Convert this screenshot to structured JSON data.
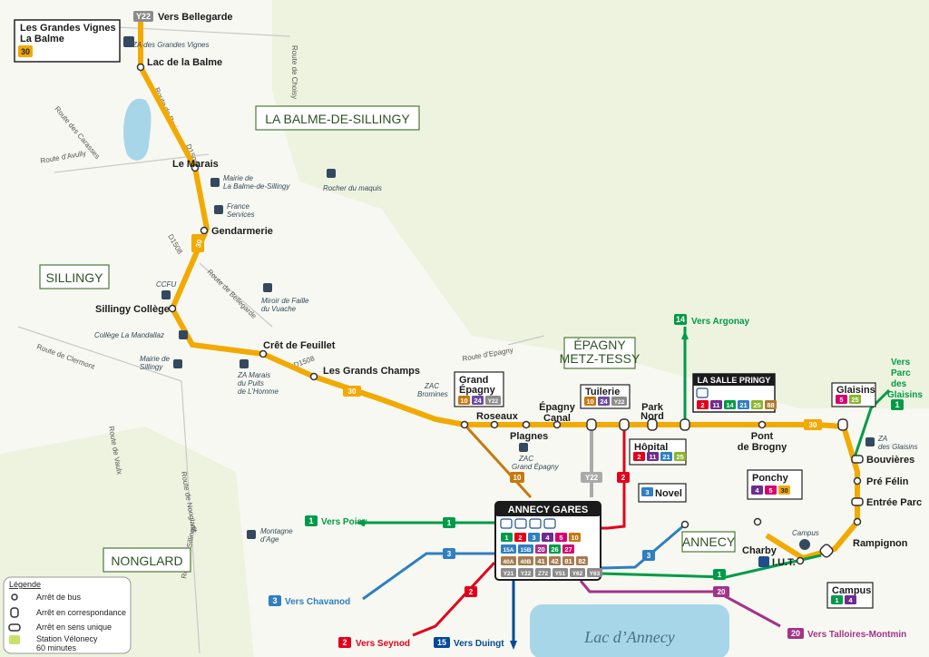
{
  "colors": {
    "l30": "#f2a900",
    "l1": "#009b48",
    "l2": "#e3001b",
    "l3": "#2f7fc1",
    "l15": "#004a99",
    "l20": "#a3338a",
    "l10": "#c77810",
    "y22": "#8c8c8c",
    "l14": "#009b48",
    "lake": "#a7d6e8"
  },
  "communes": {
    "balme": "LA BALME-DE-SILLINGY",
    "sillingy": "SILLINGY",
    "nonglard": "NONGLARD",
    "epagny1": "ÉPAGNY",
    "epagny2": "METZ-TESSY",
    "annecy": "ANNECY"
  },
  "lake": "Lac  d’Annecy",
  "terminus": {
    "title1": "Les Grandes Vignes",
    "title2": "La Balme",
    "line": "30"
  },
  "stops": {
    "lacbalme": "Lac de la Balme",
    "marais": "Le Marais",
    "gendarmerie": "Gendarmerie",
    "sillingy": "Sillingy Collège",
    "cret": "Crêt de Feuillet",
    "champs": "Les Grands Champs",
    "grand1": "Grand",
    "grand2": "Épagny",
    "roseaux": "Roseaux",
    "plagnes": "Plagnes",
    "canal1": "Épagny",
    "canal2": "Canal",
    "tuilerie": "Tuilerie",
    "park1": "Park",
    "park2": "Nord",
    "hopital": "Hôpital",
    "pont1": "Pont",
    "pont2": "de Brogny",
    "glaisins": "Glaisins",
    "bouvieres": "Bouvières",
    "pre": "Pré Félin",
    "entree": "Entrée Parc",
    "rampignon": "Rampignon",
    "ponchy": "Ponchy",
    "charby": "Charby",
    "iut": "I.U.T.",
    "campus": "Campus",
    "novel": "Novel",
    "salle": "LA SALLE PRINGY",
    "gares": "ANNECY GARES"
  },
  "pois": {
    "grandes_vignes": "ZA des Grandes Vignes",
    "mairie1": "Mairie de",
    "mairie2": "La Balme-de-Sillingy",
    "france1": "France",
    "france2": "Services",
    "rocher": "Rocher du maquis",
    "ccfi": "CCFU",
    "miroir1": "Miroir de Faille",
    "miroir2": "du Vuache",
    "college": "Collège La Mandallaz",
    "mairie_s1": "Mairie de",
    "mairie_s2": "Sillingy",
    "za1": "ZA Marais",
    "za2": "du Puits",
    "za3": "de L’Homme",
    "zac_b1": "ZAC",
    "zac_b2": "Bromines",
    "zac_g1": "ZAC",
    "zac_g2": "Grand Épagny",
    "za_gl1": "ZA",
    "za_gl2": "des Glaisins",
    "montagne1": "Montagne",
    "montagne2": "d’Age",
    "campus_poi": "Campus"
  },
  "roads": {
    "carasses": "Route des Carasses",
    "paris": "Route de Paris",
    "choisy": "Route de Choisy",
    "avully": "Route d’Avully",
    "d1508a": "D1508",
    "d1508b": "D1508",
    "d1508c": "D1508",
    "bellegarde": "Route de Bellegarde",
    "clermont": "Route de Clermont",
    "vaulx": "Route de Vaulx",
    "nonglard": "Route de Nonglard",
    "sillingy": "Route de Sillingy",
    "epagny": "Route d’Epagny"
  },
  "directions": {
    "bellegarde": {
      "line": "Y22",
      "text": "Vers Bellegarde"
    },
    "argonay": {
      "line": "14",
      "text": "Vers Argonay"
    },
    "glaisins": {
      "line": "1",
      "t1": "Vers",
      "t2": "Parc",
      "t3": "des",
      "t4": "Glaisins"
    },
    "poisy": {
      "line": "1",
      "text": "Vers Poisy"
    },
    "chavanod": {
      "line": "3",
      "text": "Vers Chavanod"
    },
    "seynod": {
      "line": "2",
      "text": "Vers Seynod"
    },
    "duingt": {
      "line": "15",
      "text": "Vers Duingt"
    },
    "talloires": {
      "line": "20",
      "text": "Vers Talloires-Montmin"
    }
  },
  "lineLabels": {
    "a": "30",
    "b": "30",
    "c": "30",
    "d": "10",
    "e": "Y22",
    "f": "2",
    "g": "1",
    "h": "3",
    "i": "3",
    "j": "2",
    "k": "20",
    "l": "1"
  },
  "badges": {
    "grand": [
      "10",
      "24",
      "Y22"
    ],
    "tuilerie": [
      "10",
      "24",
      "Y22"
    ],
    "hopital": [
      "2",
      "11",
      "21",
      "25"
    ],
    "salle": [
      "2",
      "11",
      "14",
      "21",
      "25",
      "88"
    ],
    "glaisins": [
      "5",
      "25"
    ],
    "ponchy": [
      "4",
      "5",
      "30"
    ],
    "campus": [
      "1",
      "4"
    ],
    "novel": [
      "3"
    ],
    "gares_r1": [
      "1",
      "2",
      "3",
      "4",
      "5",
      "10"
    ],
    "gares_r2": [
      "15A",
      "15B",
      "20",
      "26",
      "27"
    ],
    "gares_r3": [
      "40A",
      "40B",
      "41",
      "42",
      "81",
      "82"
    ],
    "gares_r4": [
      "Y21",
      "Y22",
      "Z72",
      "Y51",
      "Y62",
      "Y63"
    ]
  },
  "legend": {
    "title": "Légende",
    "stop": "Arrêt de bus",
    "corr": "Arrêt en correspondance",
    "one": "Arrêt en sens unique",
    "velo1": "Station Vélonecy",
    "velo2": "60 minutes"
  }
}
